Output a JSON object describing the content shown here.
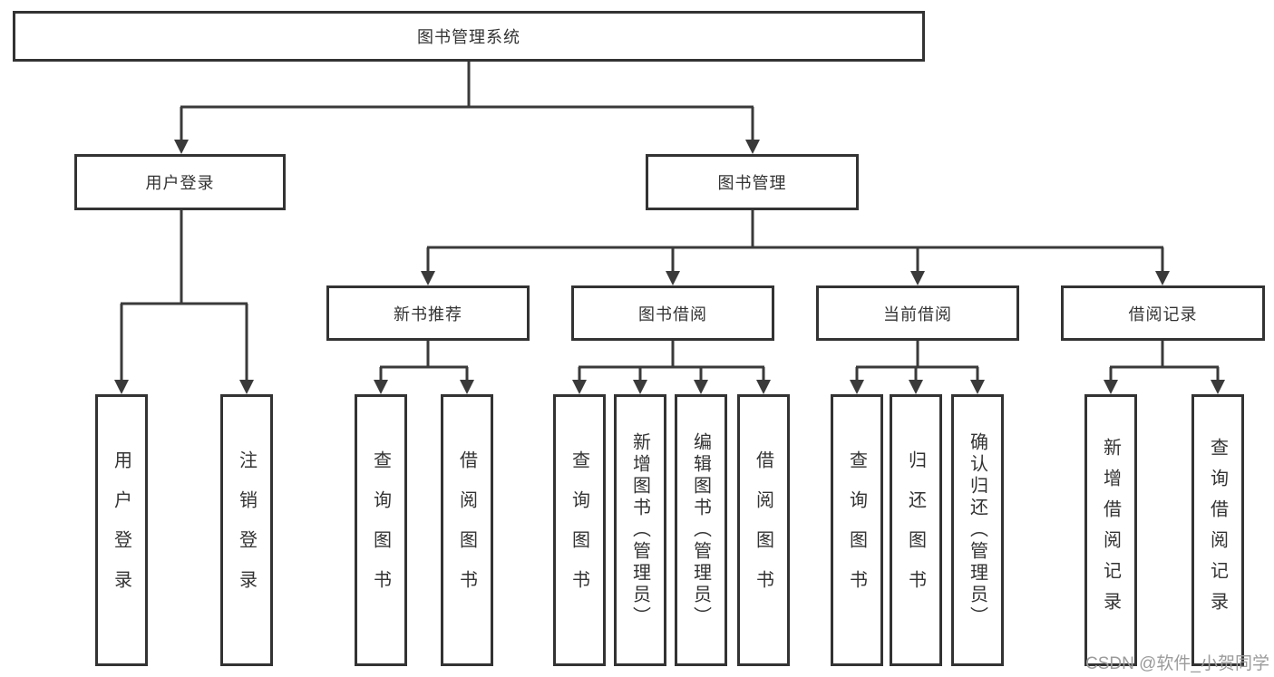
{
  "tree": {
    "root": {
      "label": "图书管理系统"
    },
    "branches": [
      {
        "label": "用户登录",
        "children": [
          {
            "label": "用户登录"
          },
          {
            "label": "注销登录"
          }
        ]
      },
      {
        "label": "图书管理",
        "groups": [
          {
            "label": "新书推荐",
            "children": [
              {
                "label": "查询图书"
              },
              {
                "label": "借阅图书"
              }
            ]
          },
          {
            "label": "图书借阅",
            "children": [
              {
                "label": "查询图书"
              },
              {
                "label": "新增图书（管理员）"
              },
              {
                "label": "编辑图书（管理员）"
              },
              {
                "label": "借阅图书"
              }
            ]
          },
          {
            "label": "当前借阅",
            "children": [
              {
                "label": "查询图书"
              },
              {
                "label": "归还图书"
              },
              {
                "label": "确认归还（管理员）"
              }
            ]
          },
          {
            "label": "借阅记录",
            "children": [
              {
                "label": "新增借阅记录"
              },
              {
                "label": "查询借阅记录"
              }
            ]
          }
        ]
      }
    ]
  },
  "watermark": "CSDN @软件_小贺同学",
  "colors": {
    "line": "#3a3a3a",
    "border": "#333333",
    "text": "#333333",
    "background": "#ffffff",
    "watermark": "#9b9b9b"
  }
}
